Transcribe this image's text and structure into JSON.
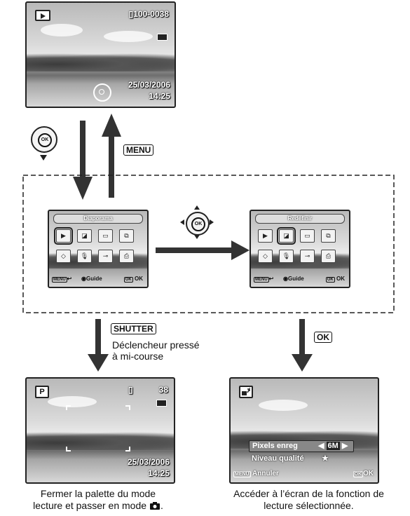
{
  "top_screen": {
    "folder_file": "100-0038",
    "date": "25/03/2006",
    "time": "14:25",
    "icon": "playback-icon"
  },
  "labels": {
    "menu_key": "MENU",
    "shutter_key": "SHUTTER",
    "ok_key": "OK",
    "shutter_desc_line1": "Déclencheur pressé",
    "shutter_desc_line2": "à mi-course"
  },
  "palette_left": {
    "title": "Diaporama",
    "bottom_menu": "MENU",
    "bottom_guide": "Guide",
    "bottom_ok": "OK"
  },
  "palette_right": {
    "title": "Redéfinir",
    "bottom_menu": "MENU",
    "bottom_guide": "Guide",
    "bottom_ok": "OK"
  },
  "capture_screen": {
    "mode": "P",
    "count": "38",
    "date": "25/03/2006",
    "time": "14:25"
  },
  "resize_screen": {
    "row1_label": "Pixels enreg",
    "row1_value": "6M",
    "row2_label": "Niveau qualité",
    "row2_value": "★",
    "cancel_key": "MENU",
    "cancel_label": "Annuler",
    "ok_key": "OK",
    "ok_label": "OK"
  },
  "captions": {
    "left_line1": "Fermer la palette du mode",
    "left_line2": "lecture et passer en mode",
    "right_line1": "Accéder à l’écran de la fonction de",
    "right_line2": "lecture sélectionnée."
  }
}
